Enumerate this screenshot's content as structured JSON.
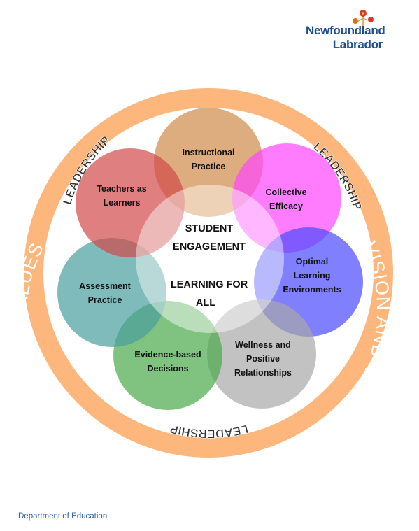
{
  "logo": {
    "line1": "Newfoundland",
    "line2": "Labrador",
    "icon": "pitcher-plant-flower-icon"
  },
  "ring": {
    "label_top": "VISION AND VALUES",
    "label_left": "VISION AND VALUES",
    "label_right": "VISION AND VALUES",
    "color": "#fdb77c"
  },
  "leadership": {
    "left": "LEADERSHIP",
    "right": "LEADERSHIP",
    "bottom": "LEADERSHIP"
  },
  "center": {
    "line1": "STUDENT",
    "line2": "ENGAGEMENT",
    "line3": "LEARNING FOR",
    "line4": "ALL"
  },
  "circles": [
    {
      "name": "instructional-practice",
      "lines": [
        "Instructional",
        "Practice"
      ],
      "color": "#d08a48"
    },
    {
      "name": "collective-efficacy",
      "lines": [
        "Collective",
        "Efficacy"
      ],
      "color": "#ff44ff"
    },
    {
      "name": "optimal-learning-environments",
      "lines": [
        "Optimal",
        "Learning",
        "Environments"
      ],
      "color": "#4a4aff"
    },
    {
      "name": "wellness-and-positive-relationships",
      "lines": [
        "Wellness and",
        "Positive",
        "Relationships"
      ],
      "color": "#a8a8a8"
    },
    {
      "name": "evidence-based-decisions",
      "lines": [
        "Evidence-based",
        "Decisions"
      ],
      "color": "#4aa94a"
    },
    {
      "name": "assessment-practice",
      "lines": [
        "Assessment",
        "Practice"
      ],
      "color": "#4a9e9e"
    },
    {
      "name": "teachers-as-learners",
      "lines": [
        "Teachers as",
        "Learners"
      ],
      "color": "#d14949"
    }
  ],
  "footer": {
    "department": "Department of Education"
  }
}
